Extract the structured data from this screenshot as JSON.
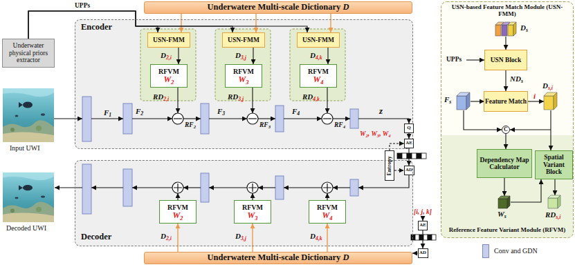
{
  "diagram": {
    "nodes": [
      {
        "text": [
          "Underwatere Multi-scale Dictionary D"
        ]
      },
      {
        "text": [
          "Underwater physical priors extractor"
        ]
      },
      {
        "text": [
          "Encoder"
        ]
      },
      {
        "text": [
          "USN-FMM"
        ],
        "in": 2
      },
      {
        "text": [
          "RFVM",
          "W2"
        ],
        "in": 2
      },
      {
        "text": [
          "USN-FMM"
        ],
        "in": 2
      },
      {
        "text": [
          "RFVM",
          "W3"
        ],
        "in": 2
      },
      {
        "text": [
          "USN-FMM"
        ],
        "in": 2
      },
      {
        "text": [
          "RFVM",
          "W4"
        ],
        "in": 2
      },
      {
        "text": [
          "Q"
        ]
      },
      {
        "text": [
          "AE"
        ]
      },
      {
        "text": [
          "Entropy"
        ]
      },
      {
        "text": [
          "AD"
        ]
      },
      {
        "text": [
          "Decoder"
        ]
      },
      {
        "text": [
          "RFVM",
          "W2"
        ],
        "in": 13
      },
      {
        "text": [
          "RFVM",
          "W3"
        ],
        "in": 13
      },
      {
        "text": [
          "RFVM",
          "W4"
        ],
        "in": 13
      },
      {
        "text": [
          "AE"
        ]
      },
      {
        "text": [
          "AD"
        ]
      },
      {
        "text": [
          "Underwatere Multi-scale Dictionary D"
        ]
      },
      {
        "text": [
          "USN-based Feature Match Module (USN-FMM)"
        ]
      },
      {
        "text": [
          "USN Block"
        ],
        "in": 20
      },
      {
        "text": [
          "Feature Match"
        ],
        "in": 20
      },
      {
        "text": [
          "C"
        ],
        "in": 20
      },
      {
        "text": [
          "Reference Feature Variant Module (RFVM)"
        ]
      },
      {
        "text": [
          "Dependency Map Calculator"
        ],
        "in": 24
      },
      {
        "text": [
          "Spatial Variant Block"
        ],
        "in": 24
      }
    ],
    "edges": [
      {
        "from": 0,
        "to": 3,
        "arrow": "to"
      },
      {
        "from": 0,
        "to": 5,
        "arrow": "to"
      },
      {
        "from": 0,
        "to": 7,
        "arrow": "to"
      },
      {
        "from": 1,
        "to": 3,
        "label": "UPPs",
        "arrow": "to"
      },
      {
        "from": 1,
        "to": 5,
        "arrow": "to"
      },
      {
        "from": 1,
        "to": 7,
        "arrow": "to"
      },
      {
        "from": 3,
        "to": 4,
        "label": "D2,i",
        "arrow": "to"
      },
      {
        "from": 5,
        "to": 6,
        "label": "D3,j",
        "arrow": "to"
      },
      {
        "from": 7,
        "to": 8,
        "label": "D4,k",
        "arrow": "to"
      },
      {
        "from": 9,
        "to": 10,
        "arrow": "to"
      },
      {
        "from": 10,
        "to": 12,
        "arrow": "to"
      },
      {
        "from": 11,
        "to": 10,
        "arrow": "to"
      },
      {
        "from": 11,
        "to": 12,
        "arrow": "to"
      },
      {
        "from": 19,
        "to": 14,
        "label": "D2,i",
        "arrow": "to"
      },
      {
        "from": 19,
        "to": 15,
        "label": "D3,j",
        "arrow": "to"
      },
      {
        "from": 19,
        "to": 16,
        "label": "D4,k",
        "arrow": "to"
      },
      {
        "from": 17,
        "to": 18,
        "arrow": "to"
      },
      {
        "from": 18,
        "to": 19,
        "arrow": "to"
      },
      {
        "from": 21,
        "to": 22,
        "label": "NDs",
        "arrow": "to"
      },
      {
        "from": 23,
        "to": 25,
        "arrow": "to"
      }
    ],
    "labels": [
      "Input UWI",
      "Decoded UWI",
      "F1",
      "F2",
      "RD2,i",
      "RF2",
      "F3",
      "RD3,j",
      "RF3",
      "F4",
      "RD4,k",
      "RF4",
      "z",
      "W2, W3, W4",
      "[i, j, k]",
      "Ds",
      "UPPs",
      "Fs",
      "i",
      "Ds,i",
      "Ws",
      "RDs,i"
    ],
    "legend": [
      {
        "text": "Conv and GDN",
        "color": "#c6ceee"
      }
    ]
  }
}
